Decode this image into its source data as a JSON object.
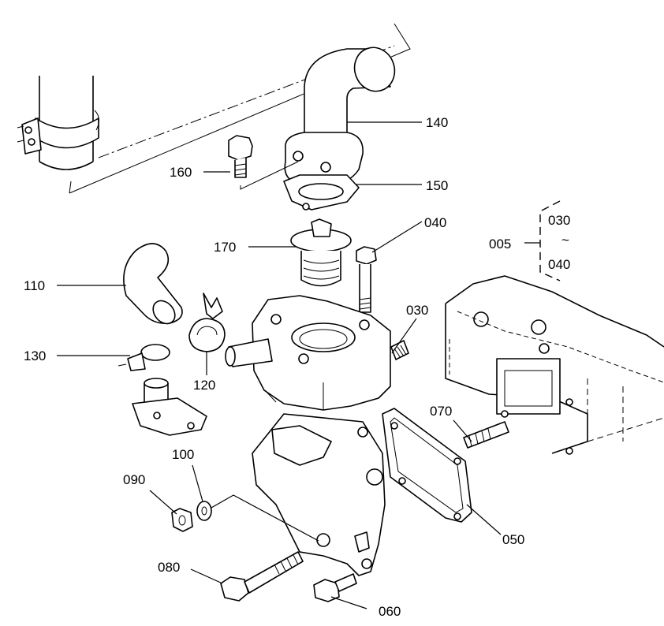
{
  "callouts": {
    "p140": "140",
    "p150": "150",
    "p160": "160",
    "p170": "170",
    "p040": "040",
    "p005": "005",
    "g030": "030",
    "g_tilde": "~",
    "g040": "040",
    "p110": "110",
    "p130": "130",
    "p120": "120",
    "p030": "030",
    "p070": "070",
    "p100": "100",
    "p090": "090",
    "p050": "050",
    "p080": "080",
    "p060": "060"
  }
}
